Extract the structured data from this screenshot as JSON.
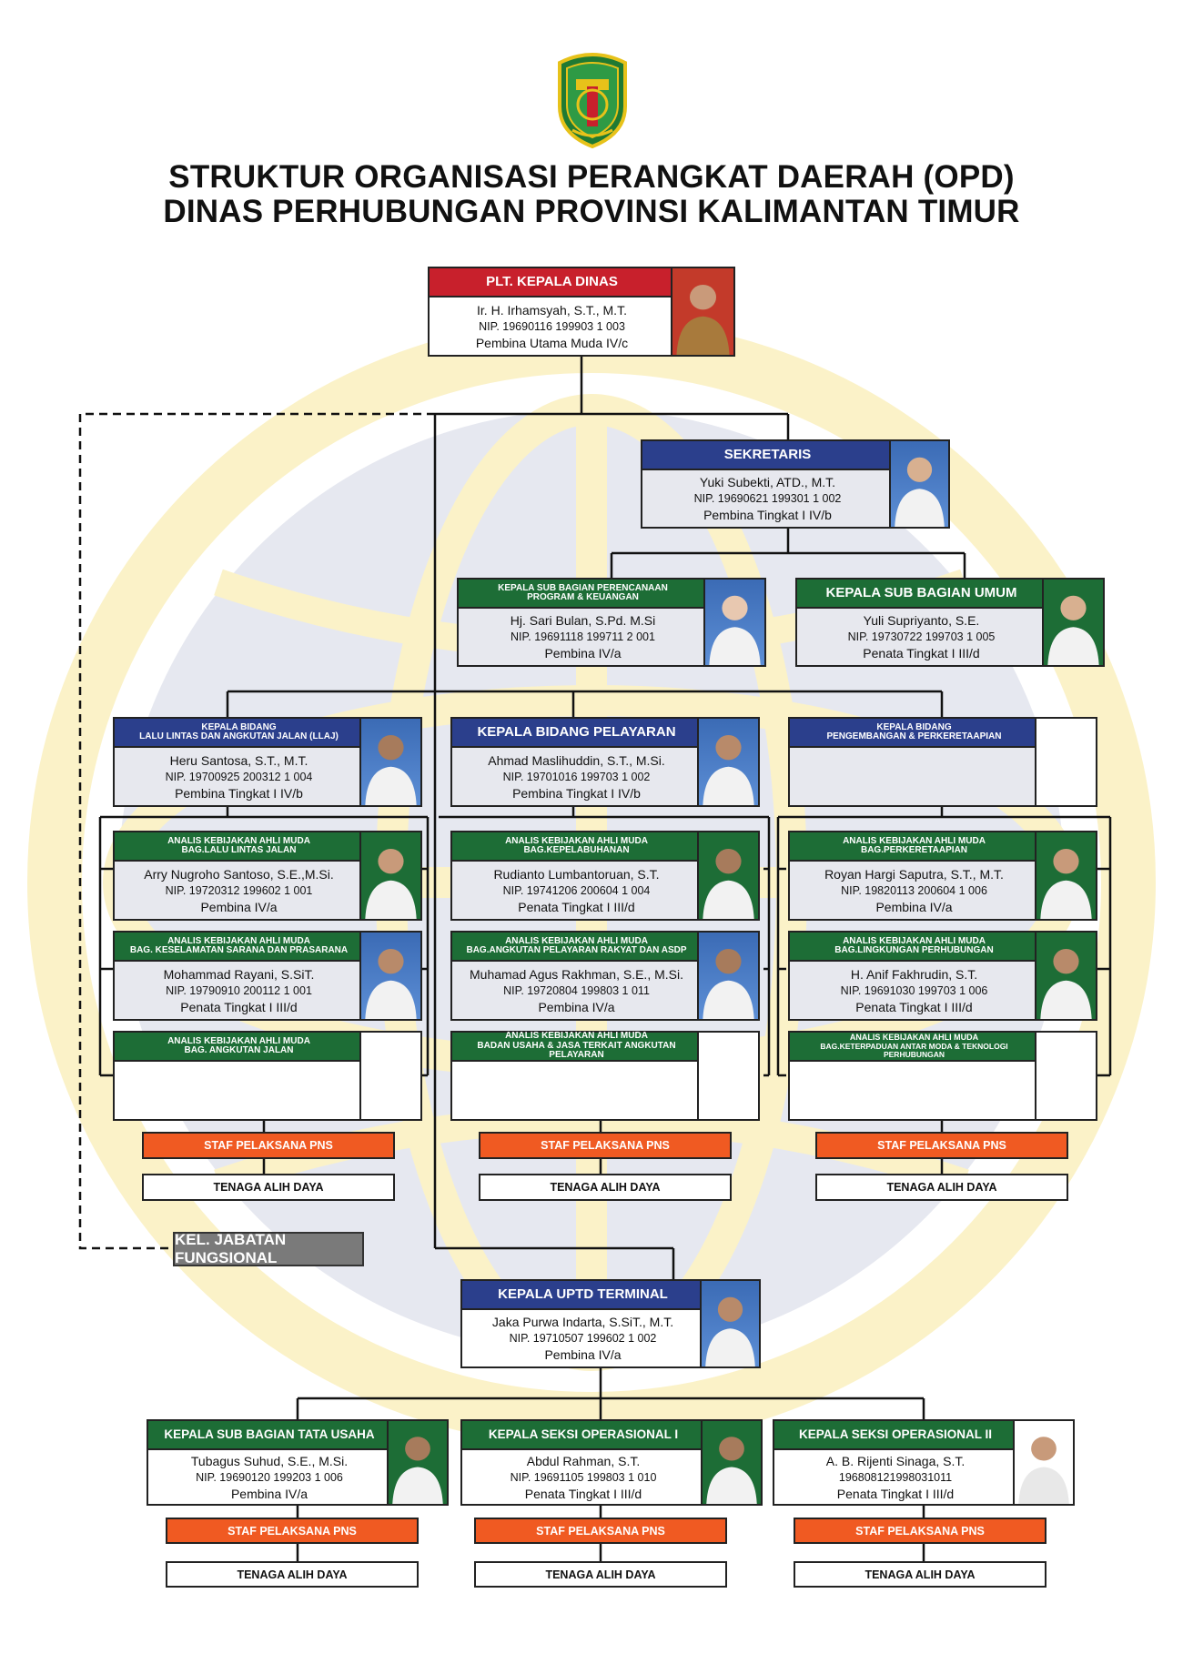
{
  "header": {
    "title_line1": "STRUKTUR ORGANISASI PERANGKAT DAERAH (OPD)",
    "title_line2": "DINAS PERHUBUNGAN PROVINSI KALIMANTAN TIMUR"
  },
  "colors": {
    "red": "#c8202c",
    "blue": "#2b3f8c",
    "green": "#1d6d36",
    "orange": "#f05a22",
    "gray": "#7a7a7a",
    "watermark_yellow": "#fbf2c8",
    "watermark_gray": "#e3e5ee"
  },
  "icons": [
    "kaltim-emblem-icon",
    "person-photo-icon",
    "globe-watermark-icon"
  ],
  "kepala": {
    "role": "PLT. KEPALA DINAS",
    "name": "Ir. H. Irhamsyah, S.T., M.T.",
    "nip": "NIP. 19690116 199903 1 003",
    "grade": "Pembina Utama Muda IV/c"
  },
  "sekretaris": {
    "role": "SEKRETARIS",
    "name": "Yuki Subekti, ATD., M.T.",
    "nip": "NIP. 19690621 199301 1 002",
    "grade": "Pembina Tingkat I IV/b"
  },
  "subbag_program": {
    "role_line1": "KEPALA SUB BAGIAN PERENCANAAN",
    "role_line2": "PROGRAM & KEUANGAN",
    "name": "Hj. Sari Bulan, S.Pd. M.Si",
    "nip": "NIP. 19691118 199711 2 001",
    "grade": "Pembina IV/a"
  },
  "subbag_umum": {
    "role": "KEPALA SUB BAGIAN UMUM",
    "name": "Yuli Supriyanto, S.E.",
    "nip": "NIP. 19730722 199703 1 005",
    "grade": "Penata Tingkat I III/d"
  },
  "bidang_llaj": {
    "role_line1": "KEPALA BIDANG",
    "role_line2": "LALU LINTAS DAN ANGKUTAN JALAN (LLAJ)",
    "name": "Heru Santosa, S.T., M.T.",
    "nip": "NIP. 19700925 200312 1 004",
    "grade": "Pembina Tingkat I IV/b"
  },
  "bidang_pelayaran": {
    "role": "KEPALA BIDANG PELAYARAN",
    "name": "Ahmad Maslihuddin, S.T., M.Si.",
    "nip": "NIP. 19701016 199703 1 002",
    "grade": "Pembina Tingkat I IV/b"
  },
  "bidang_kereta": {
    "role_line1": "KEPALA BIDANG",
    "role_line2": "PENGEMBANGAN & PERKERETAAPIAN"
  },
  "analis_llaj_1": {
    "role_line1": "ANALIS KEBIJAKAN AHLI MUDA",
    "role_line2": "BAG.LALU LINTAS JALAN",
    "name": "Arry Nugroho Santoso, S.E.,M.Si.",
    "nip": "NIP. 19720312 199602 1 001",
    "grade": "Pembina IV/a"
  },
  "analis_llaj_2": {
    "role_line1": "ANALIS KEBIJAKAN AHLI MUDA",
    "role_line2": "BAG. KESELAMATAN SARANA DAN PRASARANA",
    "name": "Mohammad Rayani, S.SiT.",
    "nip": "NIP. 19790910 200112 1 001",
    "grade": "Penata Tingkat I III/d"
  },
  "analis_llaj_3": {
    "role_line1": "ANALIS KEBIJAKAN AHLI MUDA",
    "role_line2": "BAG. ANGKUTAN JALAN"
  },
  "analis_pel_1": {
    "role_line1": "ANALIS KEBIJAKAN AHLI MUDA",
    "role_line2": "BAG.KEPELABUHANAN",
    "name": "Rudianto Lumbantoruan, S.T.",
    "nip": "NIP. 19741206 200604 1 004",
    "grade": "Penata Tingkat I III/d"
  },
  "analis_pel_2": {
    "role_line1": "ANALIS KEBIJAKAN AHLI MUDA",
    "role_line2": "BAG.ANGKUTAN PELAYARAN RAKYAT DAN ASDP",
    "name": "Muhamad Agus Rakhman, S.E., M.Si.",
    "nip": "NIP. 19720804 199803 1 011",
    "grade": "Pembina IV/a"
  },
  "analis_pel_3": {
    "role_line1": "ANALIS KEBIJAKAN AHLI MUDA",
    "role_line2": "BADAN USAHA & JASA TERKAIT ANGKUTAN PELAYARAN"
  },
  "analis_ka_1": {
    "role_line1": "ANALIS KEBIJAKAN AHLI MUDA",
    "role_line2": "BAG.PERKERETAAPIAN",
    "name": "Royan Hargi Saputra, S.T., M.T.",
    "nip": "NIP. 19820113 200604 1 006",
    "grade": "Pembina IV/a"
  },
  "analis_ka_2": {
    "role_line1": "ANALIS KEBIJAKAN AHLI MUDA",
    "role_line2": "BAG.LINGKUNGAN PERHUBUNGAN",
    "name": "H. Anif Fakhrudin, S.T.",
    "nip": "NIP. 19691030 199703 1 006",
    "grade": "Penata Tingkat I III/d"
  },
  "analis_ka_3": {
    "role_line1": "ANALIS KEBIJAKAN AHLI MUDA",
    "role_line2": "BAG.KETERPADUAN ANTAR MODA & TEKNOLOGI PERHUBUNGAN"
  },
  "staf": {
    "pns": "STAF PELAKSANA PNS",
    "alih_daya": "TENAGA ALIH DAYA"
  },
  "kel_fungsional": "KEL. JABATAN FUNGSIONAL",
  "uptd": {
    "role": "KEPALA UPTD TERMINAL",
    "name": "Jaka Purwa Indarta, S.SiT., M.T.",
    "nip": "NIP. 19710507 199602 1 002",
    "grade": "Pembina IV/a"
  },
  "uptd_tu": {
    "role": "KEPALA SUB BAGIAN TATA USAHA",
    "name": "Tubagus Suhud, S.E., M.Si.",
    "nip": "NIP. 19690120 199203 1 006",
    "grade": "Pembina IV/a"
  },
  "uptd_ops1": {
    "role": "KEPALA SEKSI OPERASIONAL I",
    "name": "Abdul Rahman, S.T.",
    "nip": "NIP. 19691105 199803 1 010",
    "grade": "Penata Tingkat I III/d"
  },
  "uptd_ops2": {
    "role": "KEPALA SEKSI OPERASIONAL II",
    "name": "A. B. Rijenti Sinaga, S.T.",
    "nip": "196808121998031011",
    "grade": "Penata Tingkat I III/d"
  }
}
